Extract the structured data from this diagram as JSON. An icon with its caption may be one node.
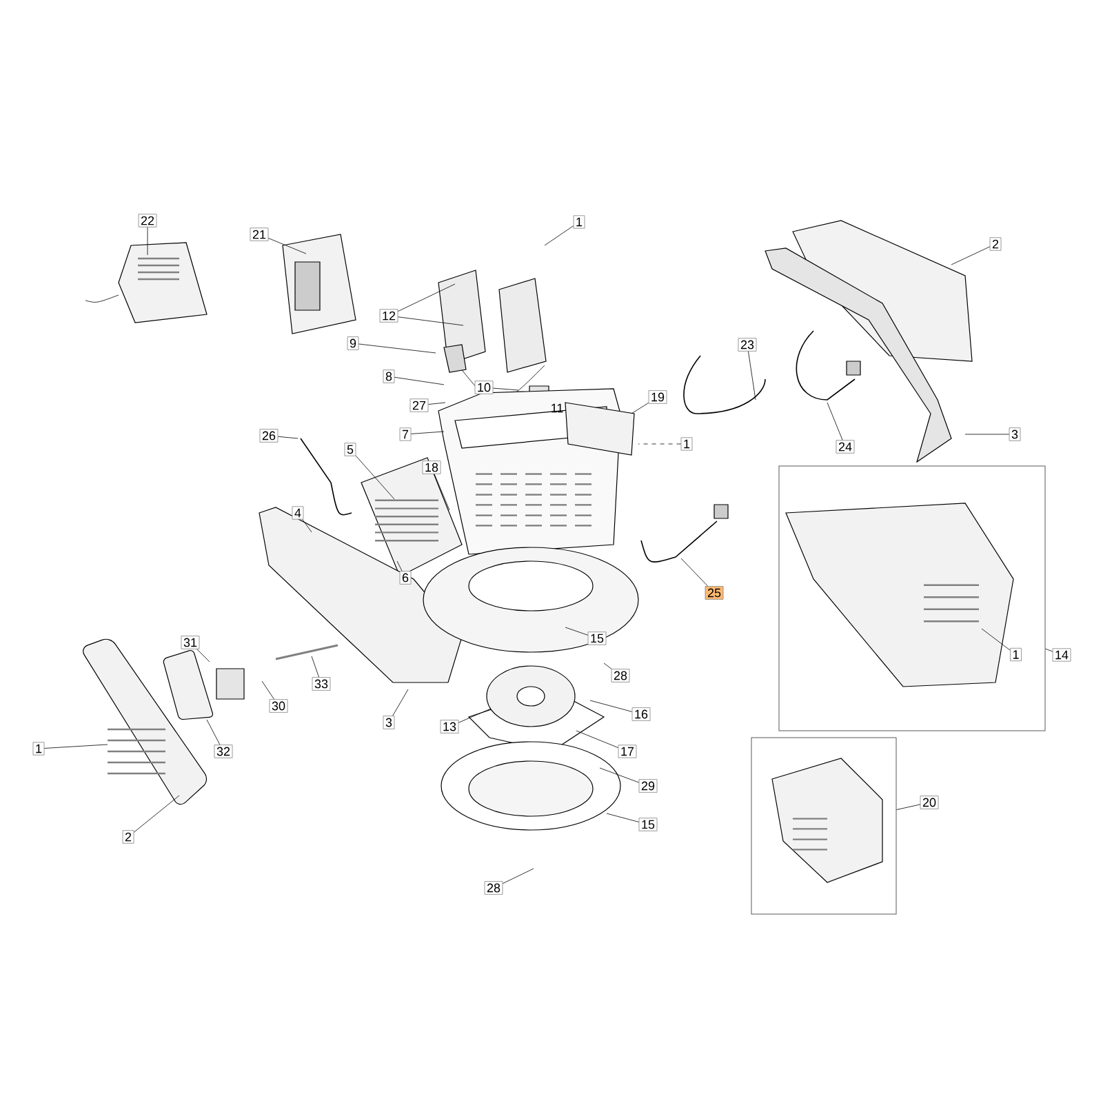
{
  "diagram": {
    "nodes": [
      {
        "text": [
          "22"
        ]
      },
      {
        "text": [
          "21"
        ]
      },
      {
        "text": [
          "1"
        ]
      },
      {
        "text": [
          "2"
        ]
      },
      {
        "text": [
          "12"
        ]
      },
      {
        "text": [
          "9"
        ]
      },
      {
        "text": [
          "23"
        ]
      },
      {
        "text": [
          "8"
        ]
      },
      {
        "text": [
          "10"
        ]
      },
      {
        "text": [
          "27"
        ]
      },
      {
        "text": [
          "19"
        ]
      },
      {
        "text": [
          "7"
        ]
      },
      {
        "text": [
          "1"
        ]
      },
      {
        "text": [
          "24"
        ]
      },
      {
        "text": [
          "3"
        ]
      },
      {
        "text": [
          "26"
        ]
      },
      {
        "text": [
          "5"
        ]
      },
      {
        "text": [
          "18"
        ]
      },
      {
        "text": [],
        "shape": "box"
      },
      {
        "text": [
          "1"
        ],
        "in": 18
      },
      {
        "text": [
          "4"
        ]
      },
      {
        "text": [
          "6"
        ]
      },
      {
        "text": [
          "25"
        ]
      },
      {
        "text": [
          "14"
        ]
      },
      {
        "text": [
          "15"
        ]
      },
      {
        "text": [
          "28"
        ]
      },
      {
        "text": [
          "31"
        ]
      },
      {
        "text": [
          "30"
        ]
      },
      {
        "text": [
          "33"
        ]
      },
      {
        "text": [
          "3"
        ]
      },
      {
        "text": [
          "16"
        ]
      },
      {
        "text": [
          "13"
        ]
      },
      {
        "text": [
          "17"
        ]
      },
      {
        "text": [
          "1"
        ]
      },
      {
        "text": [
          "32"
        ]
      },
      {
        "text": [
          "29"
        ]
      },
      {
        "text": [
          "2"
        ]
      },
      {
        "text": [
          "15"
        ]
      },
      {
        "text": [],
        "shape": "box"
      },
      {
        "text": [
          "20"
        ]
      },
      {
        "text": [
          "28"
        ]
      }
    ],
    "edges": [
      {
        "from": 0,
        "to": null,
        "arrow": "none"
      },
      {
        "from": 1,
        "to": null,
        "arrow": "none"
      },
      {
        "from": 2,
        "to": null,
        "arrow": "none"
      },
      {
        "from": 3,
        "to": null,
        "arrow": "none"
      },
      {
        "from": 4,
        "to": null,
        "arrow": "none"
      },
      {
        "from": 4,
        "to": null,
        "arrow": "none"
      },
      {
        "from": 5,
        "to": null,
        "arrow": "none"
      },
      {
        "from": 6,
        "to": null,
        "arrow": "none"
      },
      {
        "from": 7,
        "to": null,
        "arrow": "none"
      },
      {
        "from": 8,
        "to": null,
        "arrow": "none"
      },
      {
        "from": 9,
        "to": null,
        "arrow": "none"
      },
      {
        "from": 10,
        "to": null,
        "arrow": "none"
      },
      {
        "from": 11,
        "to": null,
        "arrow": "none"
      },
      {
        "from": 12,
        "to": null,
        "arrow": "none",
        "style": "dashed"
      },
      {
        "from": 13,
        "to": null,
        "arrow": "none"
      },
      {
        "from": 14,
        "to": null,
        "arrow": "none"
      },
      {
        "from": 15,
        "to": null,
        "arrow": "none"
      },
      {
        "from": 16,
        "to": null,
        "arrow": "none"
      },
      {
        "from": 17,
        "to": null,
        "arrow": "none"
      },
      {
        "from": 19,
        "to": null,
        "arrow": "none"
      },
      {
        "from": 20,
        "to": null,
        "arrow": "none"
      },
      {
        "from": 21,
        "to": null,
        "arrow": "none"
      },
      {
        "from": 22,
        "to": null,
        "arrow": "none"
      },
      {
        "from": 23,
        "to": 18,
        "arrow": "none"
      },
      {
        "from": 24,
        "to": null,
        "arrow": "none"
      },
      {
        "from": 25,
        "to": null,
        "arrow": "none"
      },
      {
        "from": 26,
        "to": null,
        "arrow": "none"
      },
      {
        "from": 27,
        "to": null,
        "arrow": "none"
      },
      {
        "from": 28,
        "to": null,
        "arrow": "none"
      },
      {
        "from": 29,
        "to": null,
        "arrow": "none"
      },
      {
        "from": 30,
        "to": null,
        "arrow": "none"
      },
      {
        "from": 31,
        "to": null,
        "arrow": "none"
      },
      {
        "from": 32,
        "to": null,
        "arrow": "none"
      },
      {
        "from": 33,
        "to": null,
        "arrow": "none"
      },
      {
        "from": 34,
        "to": null,
        "arrow": "none"
      },
      {
        "from": 35,
        "to": null,
        "arrow": "none"
      },
      {
        "from": 36,
        "to": null,
        "arrow": "none"
      },
      {
        "from": 37,
        "to": null,
        "arrow": "none"
      },
      {
        "from": 39,
        "to": 38,
        "arrow": "none"
      },
      {
        "from": 40,
        "to": null,
        "arrow": "none"
      }
    ],
    "labels": [
      "11"
    ]
  }
}
